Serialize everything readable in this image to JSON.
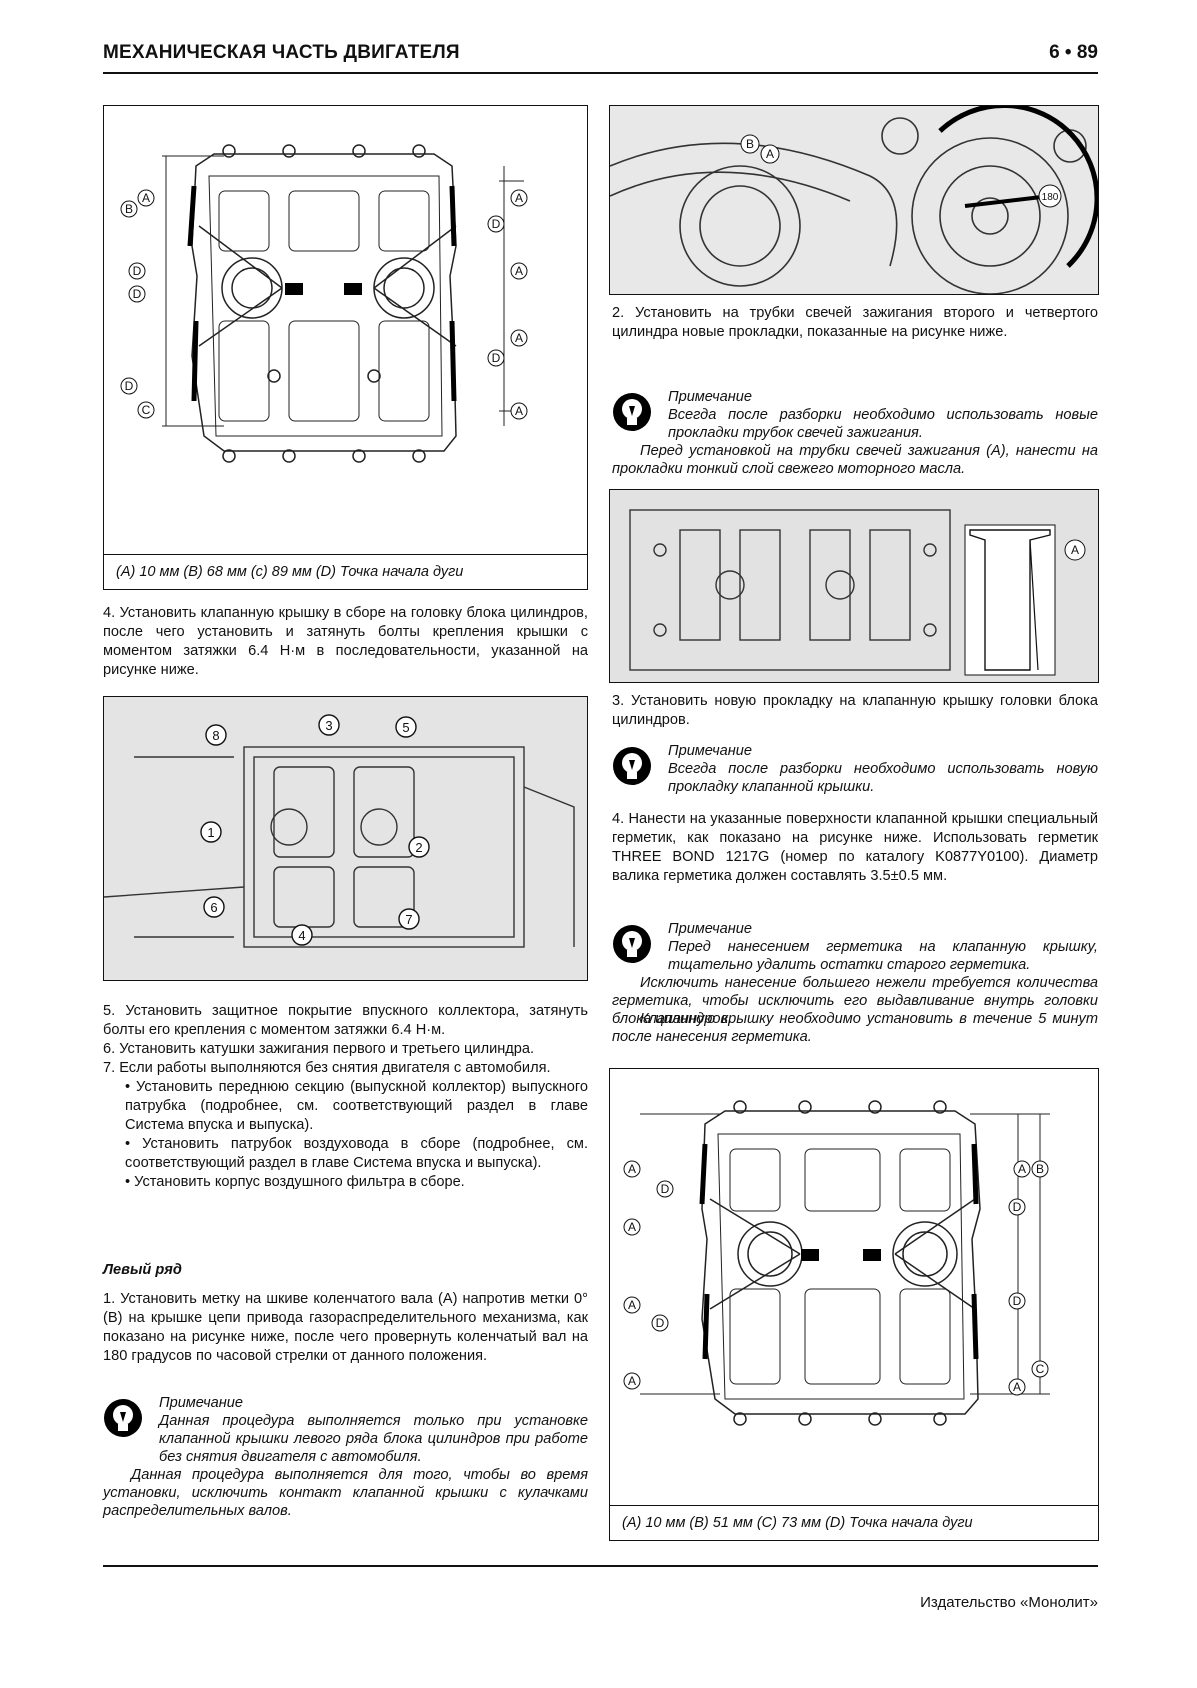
{
  "header": {
    "title": "МЕХАНИЧЕСКАЯ ЧАСТЬ ДВИГАТЕЛЯ",
    "page_number": "6 • 89"
  },
  "figure1": {
    "caption": "(A) 10 мм (B) 68 мм (c) 89 мм (D) Точка начала дуги",
    "callouts": [
      "B",
      "A",
      "A",
      "D",
      "D",
      "A",
      "D",
      "D",
      "A",
      "D",
      "C",
      "A",
      "A"
    ]
  },
  "figure2": {
    "callouts": [
      "B",
      "A",
      "180"
    ]
  },
  "figure3": {
    "callouts": [
      "A"
    ]
  },
  "figure4": {
    "callouts": [
      "8",
      "3",
      "5",
      "1",
      "2",
      "6",
      "7",
      "4"
    ]
  },
  "figure5": {
    "caption": "(A) 10 мм (B) 51 мм (C) 73 мм (D) Точка начала дуги",
    "callouts": [
      "A",
      "D",
      "A",
      "B",
      "D",
      "A",
      "D",
      "A",
      "D",
      "C",
      "A",
      "A"
    ]
  },
  "left": {
    "step4": "4. Установить клапанную крышку в сборе на головку блока цилиндров, после чего установить и затянуть болты крепления крышки с моментом затяжки 6.4 Н·м в последовательности, указанной на рисунке ниже.",
    "step5": "5. Установить защитное покрытие впускного коллектора, затянуть болты его крепления с моментом затяжки 6.4 Н·м.",
    "step6": "6. Установить катушки зажигания первого и третьего цилиндра.",
    "step7": "7. Если работы выполняются без снятия двигателя с автомобиля.",
    "bullet1": "• Установить переднюю секцию (выпускной коллектор) выпускного патрубка (подробнее, см. соответствующий раздел в главе Система впуска и выпуска).",
    "bullet2": "• Установить патрубок воздуховода в сборе (подробнее, см. соответствующий раздел в главе Система впуска и выпуска).",
    "bullet3": "• Установить корпус воздушного фильтра в сборе.",
    "subhead": "Левый ряд",
    "step1": "1. Установить метку на шкиве коленчатого вала (A) напротив метки 0° (B) на крышке цепи привода газораспределительного механизма, как показано на рисунке ниже, после чего провернуть коленчатый вал на 180 градусов по часовой стрелки от данного положения.",
    "note": {
      "head": "Примечание",
      "body": "Данная процедура выполняется только при установке клапанной крышки левого ряда блока цилиндров при работе без снятия двигателя с автомобиля.",
      "extra": "Данная процедура выполняется для того, чтобы во время установки, исключить контакт клапанной крышки с кулачками распределительных валов."
    }
  },
  "right": {
    "step2": "2. Установить на трубки свечей зажигания второго и четвертого цилиндра новые прокладки, показанные на рисунке ниже.",
    "note1": {
      "head": "Примечание",
      "body": "Всегда после разборки необходимо использовать новые прокладки трубок свечей зажигания.",
      "extra": "Перед установкой на трубки свечей зажигания (A), нанести на прокладки тонкий слой свежего моторного масла."
    },
    "step3": "3. Установить новую прокладку на клапанную крышку головки блока цилиндров.",
    "note2": {
      "head": "Примечание",
      "body": "Всегда после разборки необходимо использовать новую прокладку клапанной крышки."
    },
    "step4": "4. Нанести на указанные поверхности клапанной крышки специальный герметик, как показано на рисунке ниже. Использовать герметик THREE BOND 1217G (номер по каталогу K0877Y0100). Диаметр валика герметика должен составлять 3.5±0.5 мм.",
    "note3": {
      "head": "Примечание",
      "body": "Перед нанесением герметика на клапанную крышку, тщательно удалить остатки старого герметика.",
      "extra1": "Исключить нанесение большего нежели требуется количества герметика, чтобы исключить его выдавливание внутрь головки блока цилиндров.",
      "extra2": "Клапанную крышку необходимо установить в течение 5 минут после нанесения герметика."
    }
  },
  "footer": "Издательство «Монолит»"
}
